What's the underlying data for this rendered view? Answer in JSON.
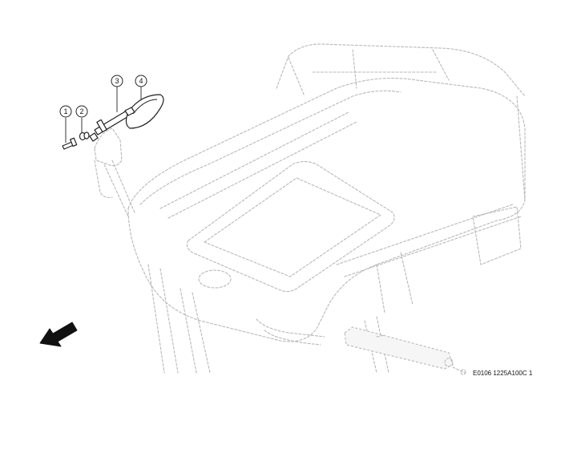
{
  "diagram": {
    "reference_code": "E0106 1225A100C 1",
    "callouts": [
      {
        "number": "1",
        "part": "screw"
      },
      {
        "number": "2",
        "part": "washer"
      },
      {
        "number": "3",
        "part": "mirror-arm"
      },
      {
        "number": "4",
        "part": "mirror-head"
      }
    ],
    "direction_arrow": "front-arrow"
  }
}
